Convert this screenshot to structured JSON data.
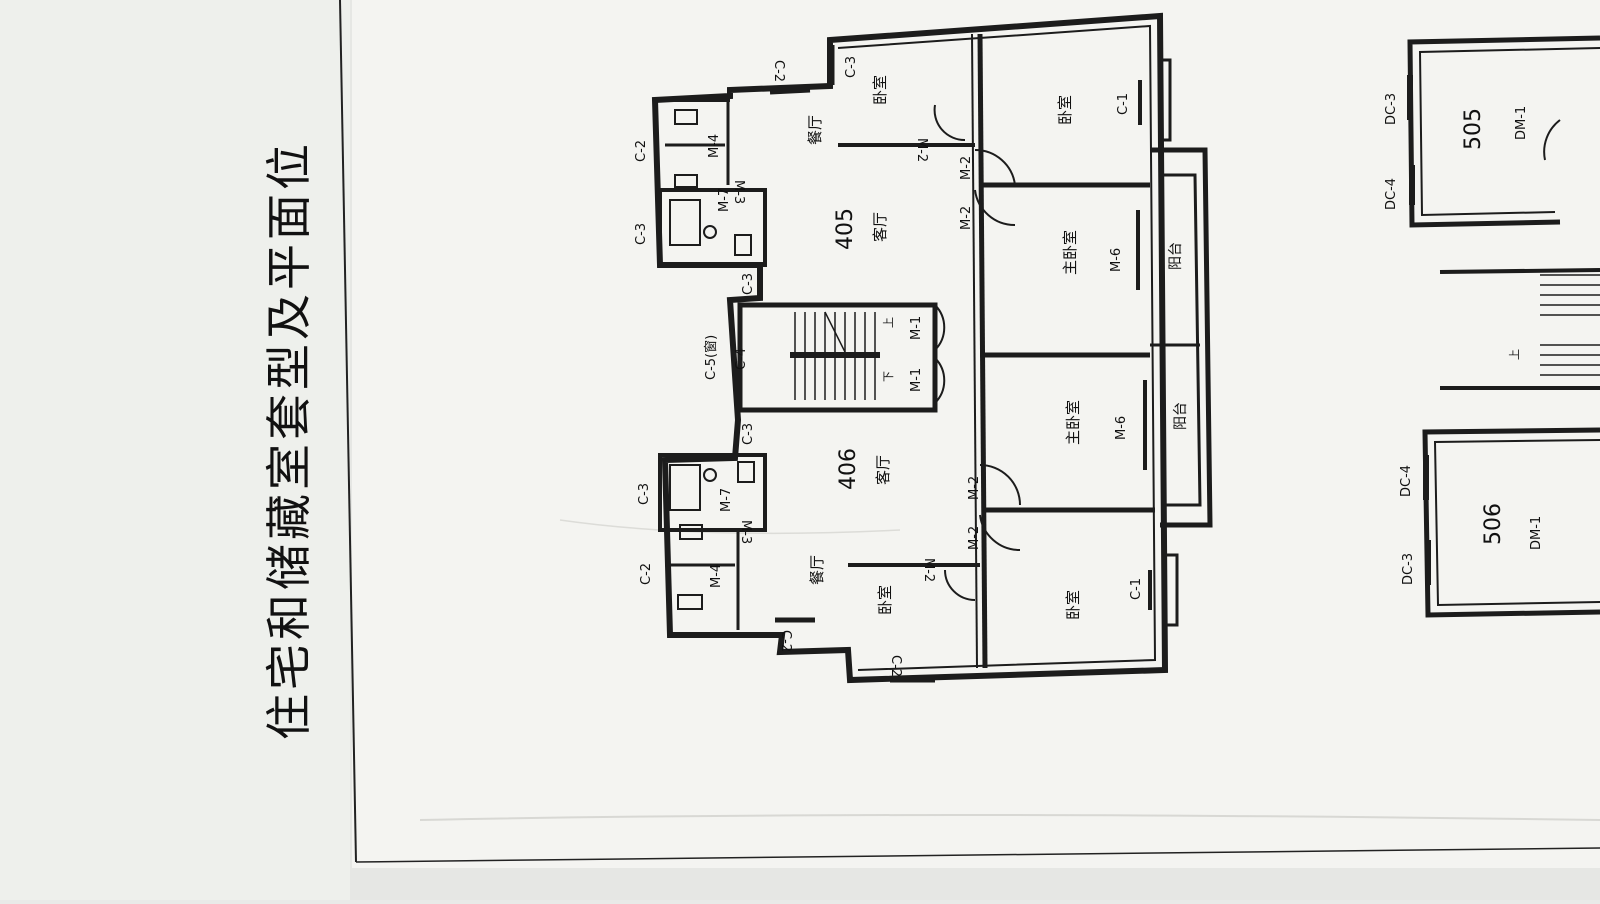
{
  "title": "住宅和储藏室套型及平面位",
  "units": {
    "u405": "405",
    "u406": "406",
    "s505": "505",
    "s506": "506"
  },
  "rooms": {
    "living": "客厅",
    "dining": "餐厅",
    "bedroom": "卧室",
    "master": "主卧室",
    "balcony": "阳台"
  },
  "codes": {
    "c1": "C-1",
    "c2": "C-2",
    "c3": "C-3",
    "c4": "C-4",
    "c5": "C-5(窗)",
    "m1": "M-1",
    "m2": "M-2",
    "m3": "M-3",
    "m4": "M-4",
    "m6": "M-6",
    "m7": "M-7",
    "dc3": "DC-3",
    "dc4": "DC-4",
    "dm1": "DM-1"
  },
  "stair": {
    "up": "上",
    "down": "下"
  },
  "colors": {
    "paper": "#f4f4f1",
    "line": "#1c1c1c",
    "table": "#e9eae8"
  }
}
